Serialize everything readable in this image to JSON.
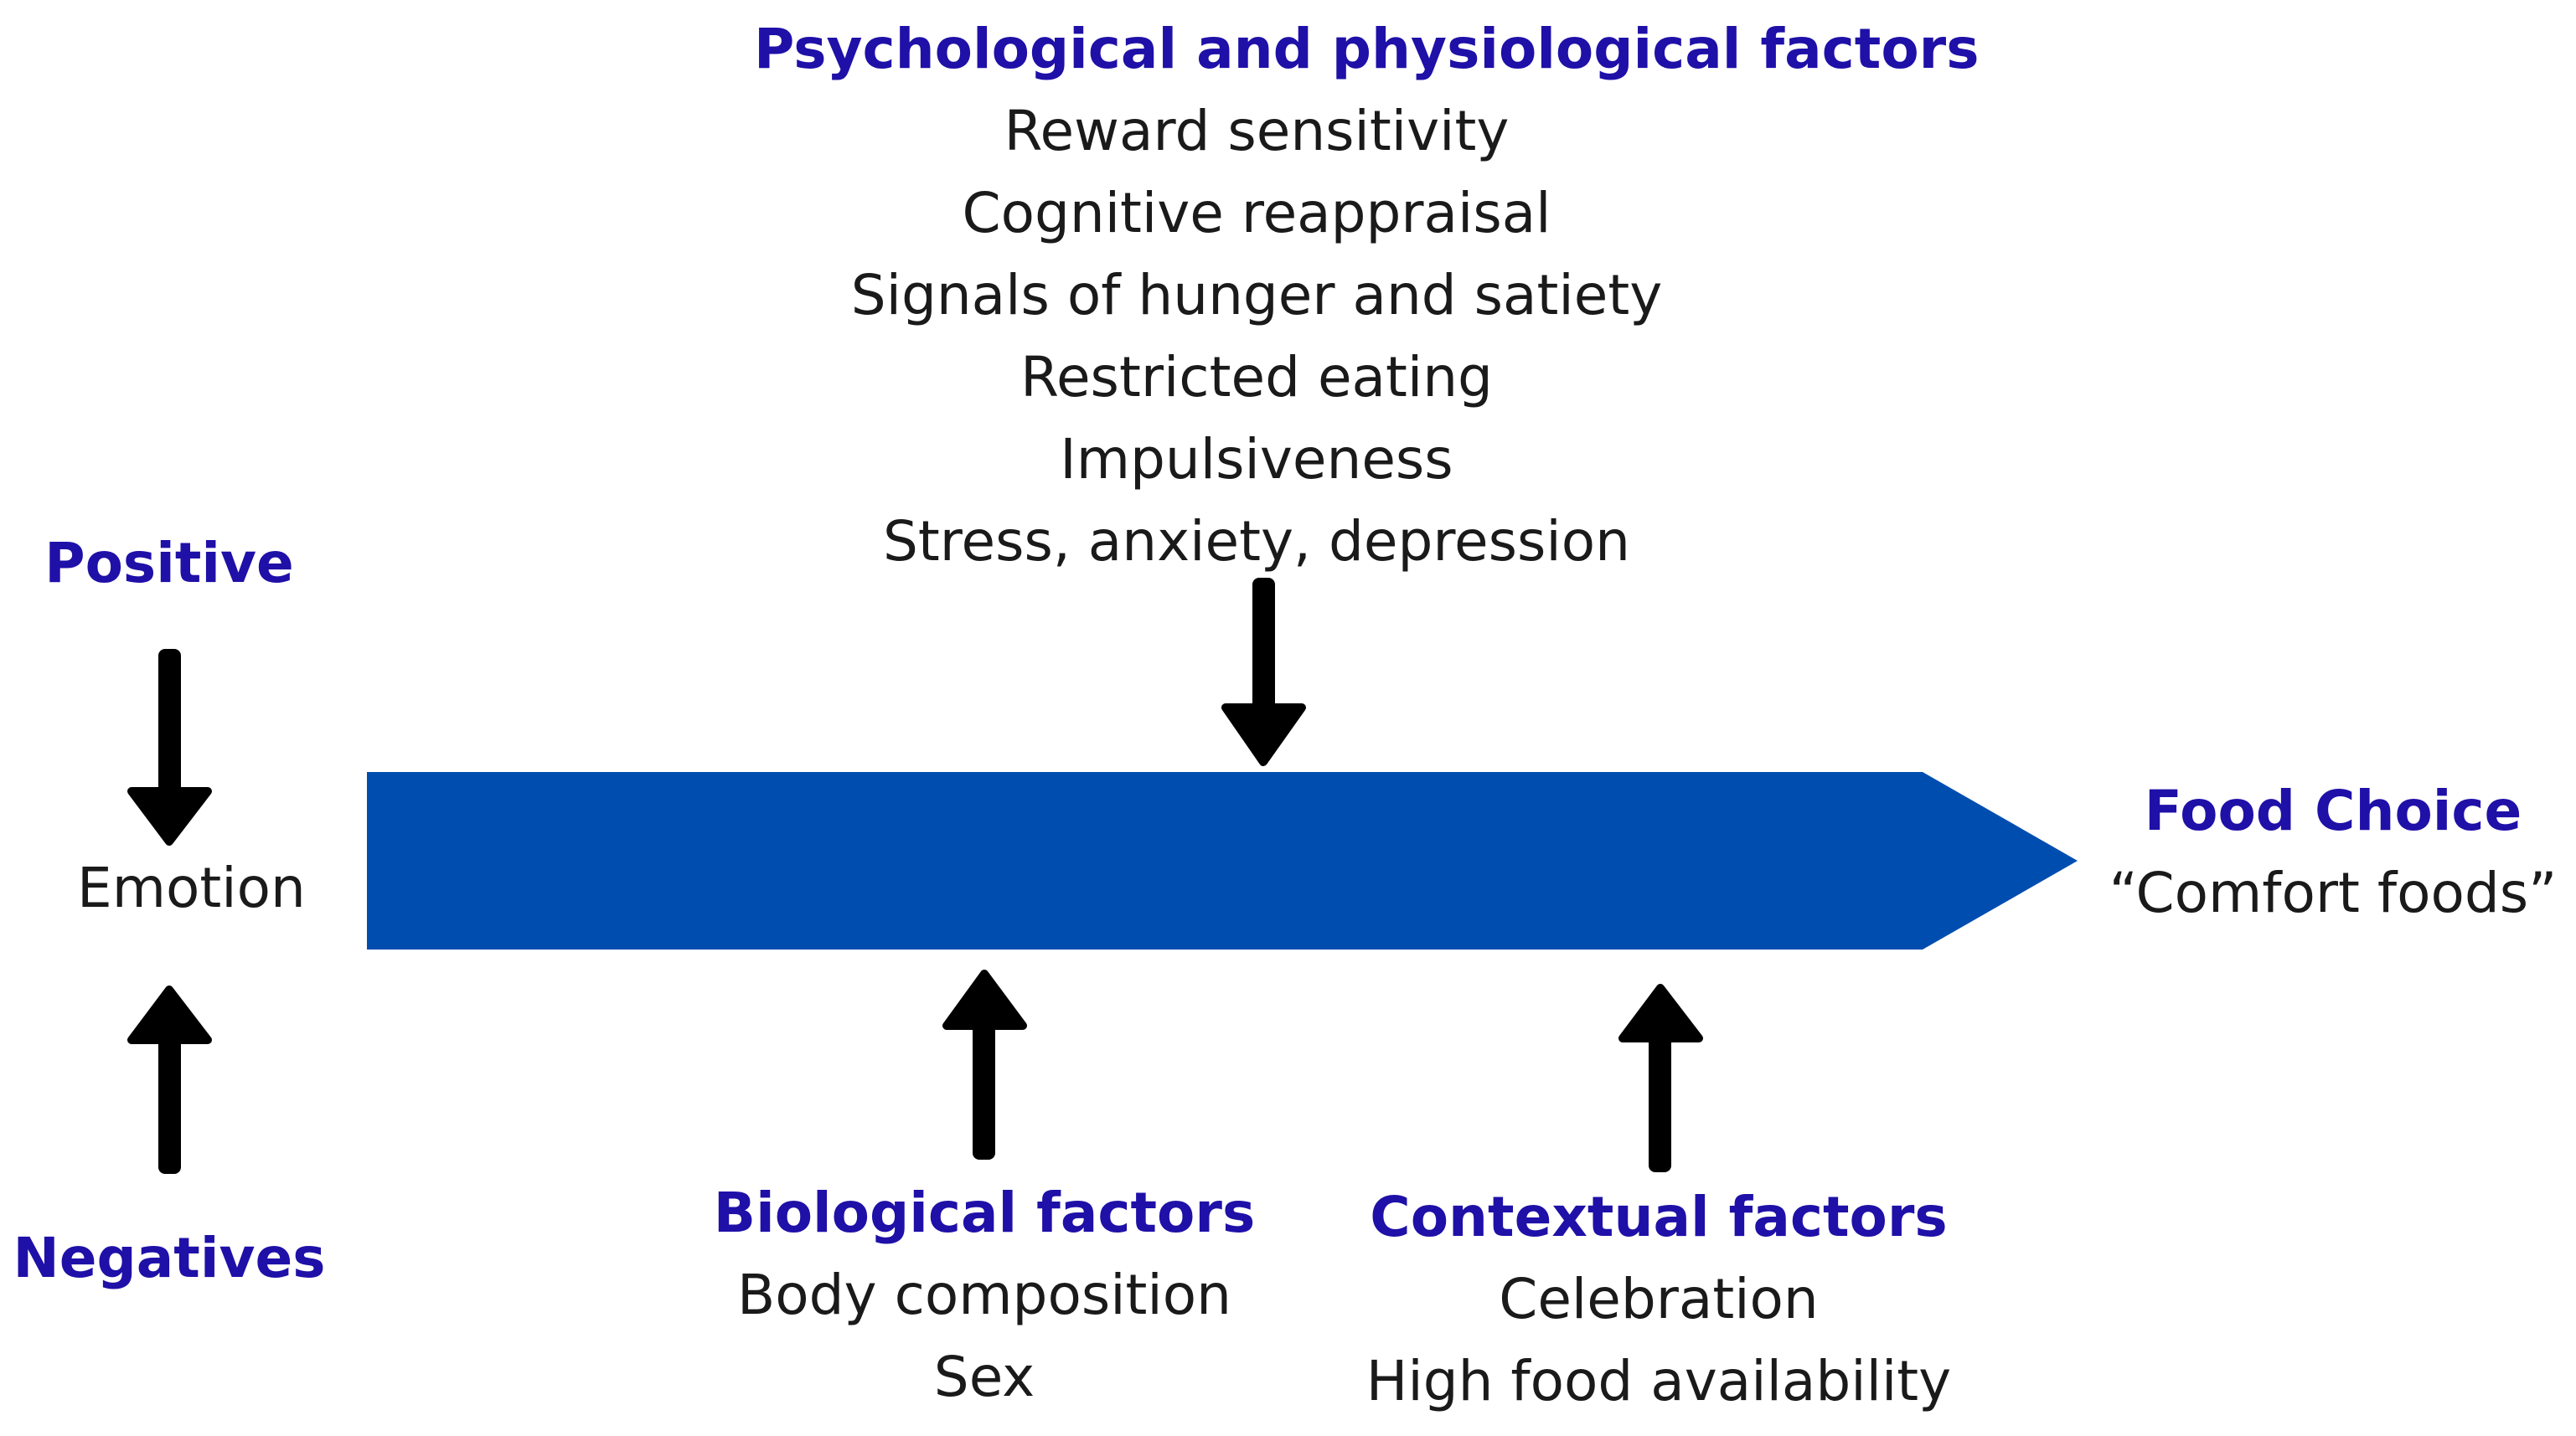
{
  "psych": {
    "title": "Psychological and physiological factors",
    "items": [
      "Reward sensitivity",
      "Cognitive reappraisal",
      "Signals of hunger and satiety",
      "Restricted eating",
      "Impulsiveness",
      "Stress, anxiety, depression"
    ]
  },
  "emotion": {
    "positive": "Positive",
    "label": "Emotion",
    "negatives": "Negatives"
  },
  "food_choice": {
    "title": "Food Choice",
    "subtitle": "“Comfort foods”"
  },
  "biological": {
    "title": "Biological factors",
    "items": [
      "Body composition",
      "Sex"
    ]
  },
  "contextual": {
    "title": "Contextual factors",
    "items": [
      "Celebration",
      "High food availability"
    ]
  },
  "colors": {
    "main_arrow": "#004db0",
    "heading": "#1f10a8",
    "arrow": "#000000"
  }
}
